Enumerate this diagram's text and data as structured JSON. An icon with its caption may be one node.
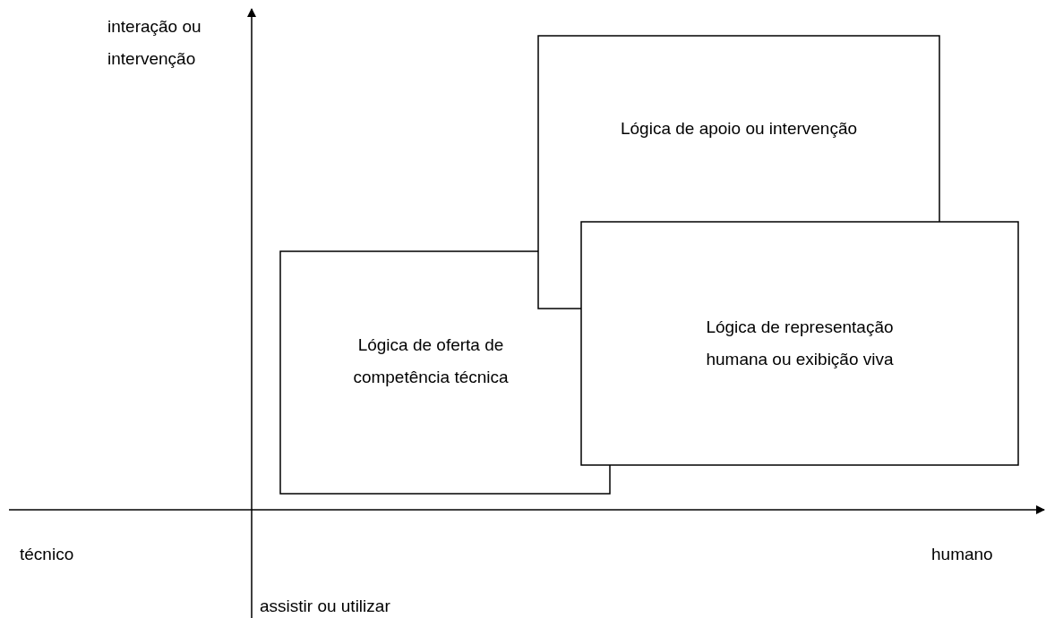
{
  "diagram": {
    "nodes": [
      {
        "text": [
          "Lógica de apoio ou intervenção"
        ]
      },
      {
        "text": [
          "Lógica de representação humana ou exibição viva"
        ]
      },
      {
        "text": [
          "Lógica de oferta de competência técnica"
        ]
      }
    ],
    "labels": [
      "interação ou intervenção",
      "técnico",
      "humano",
      "assistir ou utilizar"
    ]
  }
}
